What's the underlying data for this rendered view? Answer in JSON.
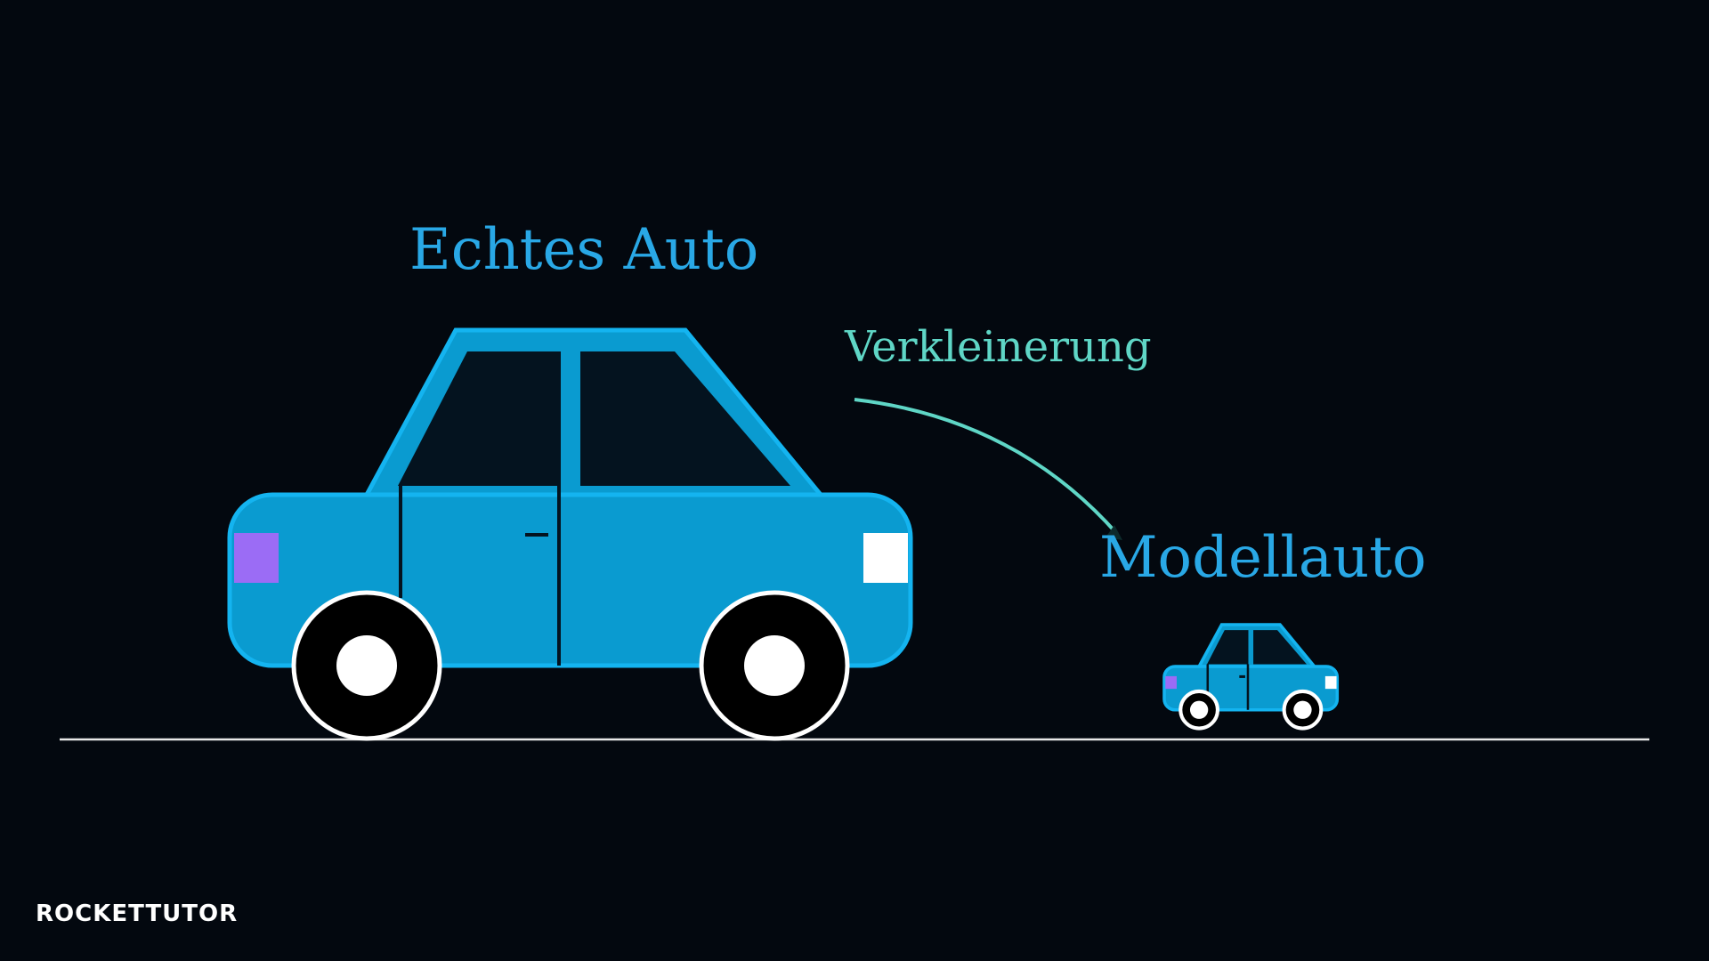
{
  "labels": {
    "real_car": "Echtes Auto",
    "scaling": "Verkleinerung",
    "model_car": "Modellauto"
  },
  "logo": {
    "text": "ROCKETTUTOR"
  },
  "colors": {
    "background": "#03080f",
    "car_body": "#0a9bd0",
    "car_outline": "#14b4f0",
    "window": "#04131f",
    "headlight": "#ffffff",
    "taillight": "#9b6cf5",
    "arrow": "#5fd6c6",
    "label": "#29a8e6",
    "ground": "#e8e8e8"
  }
}
